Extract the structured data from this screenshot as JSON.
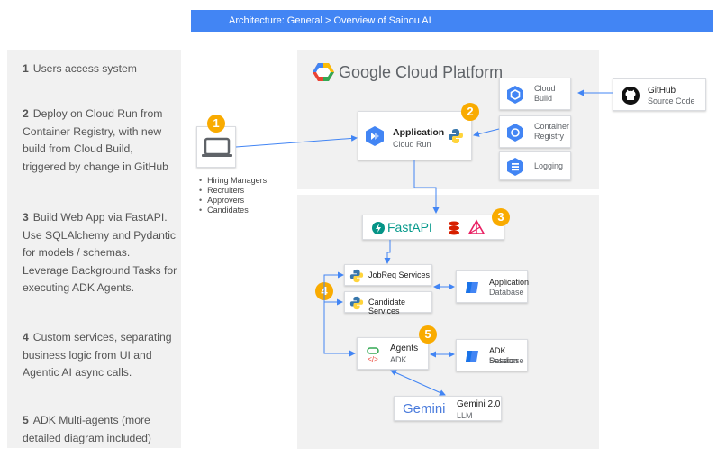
{
  "banner": {
    "title": "Architecture: General > Overview of Sainou AI"
  },
  "steps": [
    {
      "num": "1",
      "text": "Users access system"
    },
    {
      "num": "2",
      "text": "Deploy on Cloud Run from Container Registry, with new build from Cloud Build, triggered by change in GitHub"
    },
    {
      "num": "3",
      "text": "Build Web App via FastAPI. Use SQLAlchemy and Pydantic for models / schemas. Leverage Background Tasks for executing ADK Agents."
    },
    {
      "num": "4",
      "text": "Custom services, separating business logic from UI and Agentic AI async calls."
    },
    {
      "num": "5",
      "text": "ADK Multi-agents (more detailed diagram included)"
    }
  ],
  "gcp": {
    "label": "Google Cloud Platform"
  },
  "users": {
    "items": [
      "Hiring Managers",
      "Recruiters",
      "Approvers",
      "Candidates"
    ]
  },
  "application": {
    "title": "Application",
    "subtitle": "Cloud Run"
  },
  "cloud_build": {
    "label": "Cloud\nBuild"
  },
  "container_registry": {
    "label": "Container\nRegistry"
  },
  "logging": {
    "label": "Logging"
  },
  "github": {
    "title": "GitHub",
    "subtitle": "Source Code"
  },
  "fastapi": {
    "label": "FastAPI"
  },
  "jobreq": {
    "label": "JobReq Services"
  },
  "candidate": {
    "label": "Candidate Services"
  },
  "app_db": {
    "title": "Application",
    "subtitle": "Database"
  },
  "agents": {
    "title": "Agents",
    "subtitle": "ADK"
  },
  "adk_db": {
    "title": "ADK Session",
    "subtitle": "Database"
  },
  "gemini": {
    "logo": "Gemini",
    "title": "Gemini 2.0",
    "subtitle": "LLM"
  },
  "badges": {
    "b1": "1",
    "b2": "2",
    "b3": "3",
    "b4": "4",
    "b5": "5"
  },
  "colors": {
    "accent": "#4285f4",
    "badge": "#f9ab00",
    "panel": "#f1f1f1"
  }
}
